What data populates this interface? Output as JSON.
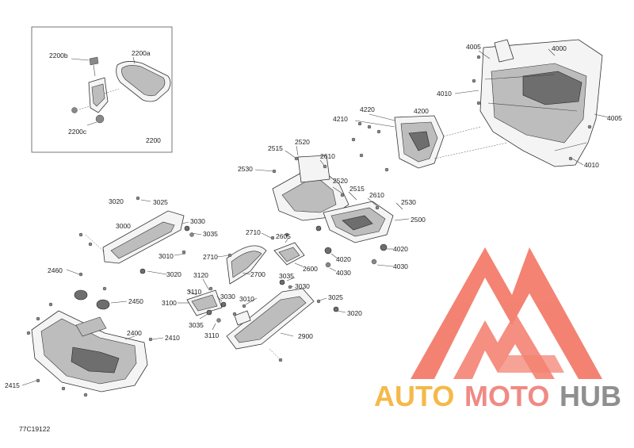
{
  "inset": {
    "labels": [
      "2200b",
      "2200a",
      "2200c",
      "2200"
    ]
  },
  "callouts": {
    "c4005a": "4005",
    "c4000": "4000",
    "c4010a": "4010",
    "c4005b": "4005",
    "c4010b": "4010",
    "c4220": "4220",
    "c4210": "4210",
    "c4200": "4200",
    "c2515a": "2515",
    "c2520a": "2520",
    "c2610a": "2610",
    "c2530a": "2530",
    "c2520b": "2520",
    "c2515b": "2515",
    "c2610b": "2610",
    "c2530b": "2530",
    "c2500": "2500",
    "c4020a": "4020",
    "c4020b": "4020",
    "c4030a": "4030",
    "c4030b": "4030",
    "c3020a": "3020",
    "c3025a": "3025",
    "c3000": "3000",
    "c3030a": "3030",
    "c3035a": "3035",
    "c3010a": "3010",
    "c3020b": "3020",
    "c2710a": "2710",
    "c2605": "2605",
    "c2710b": "2710",
    "c2700": "2700",
    "c2600": "2600",
    "c2460": "2460",
    "c2450": "2450",
    "c2400": "2400",
    "c2410": "2410",
    "c2415": "2415",
    "c3120": "3120",
    "c3110a": "3110",
    "c3100": "3100",
    "c3030b": "3030",
    "c3035b": "3035",
    "c3110b": "3110",
    "c3010b": "3010",
    "c3035c": "3035",
    "c3030c": "3030",
    "c3025b": "3025",
    "c3020c": "3020",
    "c2900": "2900"
  },
  "figure_code": "77C19122",
  "watermark": {
    "auto": "AUTO",
    "moto": "MOTO",
    "hub": "HUB",
    "colors": {
      "auto": "#f5b94a",
      "moto": "#f08a84",
      "hub": "#8f8f8f",
      "triangle": "#f26d5b"
    }
  }
}
